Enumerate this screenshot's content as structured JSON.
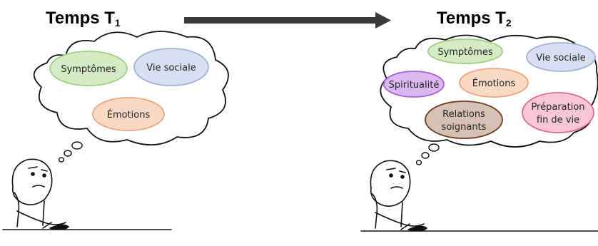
{
  "time1": {
    "label": "Temps T",
    "sub": "1"
  },
  "time2": {
    "label": "Temps T",
    "sub": "2"
  },
  "thought_t1": [
    {
      "id": "symptomes",
      "label": "Symptômes",
      "fill": "#d5ebc6",
      "stroke": "#9dcf83"
    },
    {
      "id": "vie-sociale",
      "label": "Vie sociale",
      "fill": "#d6e0f1",
      "stroke": "#9fb3d8"
    },
    {
      "id": "emotions",
      "label": "Émotions",
      "fill": "#f9d9c3",
      "stroke": "#eda77f"
    }
  ],
  "thought_t2": [
    {
      "id": "symptomes",
      "label": "Symptômes",
      "fill": "#d5ebc6",
      "stroke": "#9dcf83"
    },
    {
      "id": "vie-sociale",
      "label": "Vie sociale",
      "fill": "#d6e0f1",
      "stroke": "#9fb3d8"
    },
    {
      "id": "spiritualite",
      "label": "Spiritualité",
      "fill": "#dcb8f0",
      "stroke": "#a760d6"
    },
    {
      "id": "emotions",
      "label": "Émotions",
      "fill": "#f9d9c3",
      "stroke": "#eda77f"
    },
    {
      "id": "preparation-fin-de-vie",
      "label": "Préparation\nfin de vie",
      "fill": "#f7c7d9",
      "stroke": "#e06a97"
    },
    {
      "id": "relations-soignants",
      "label": "Relations\nsoignants",
      "fill": "#d6c2b4",
      "stroke": "#6e3c1e"
    }
  ],
  "colors": {
    "arrow": "#3a3a3a",
    "line": "#111111"
  }
}
